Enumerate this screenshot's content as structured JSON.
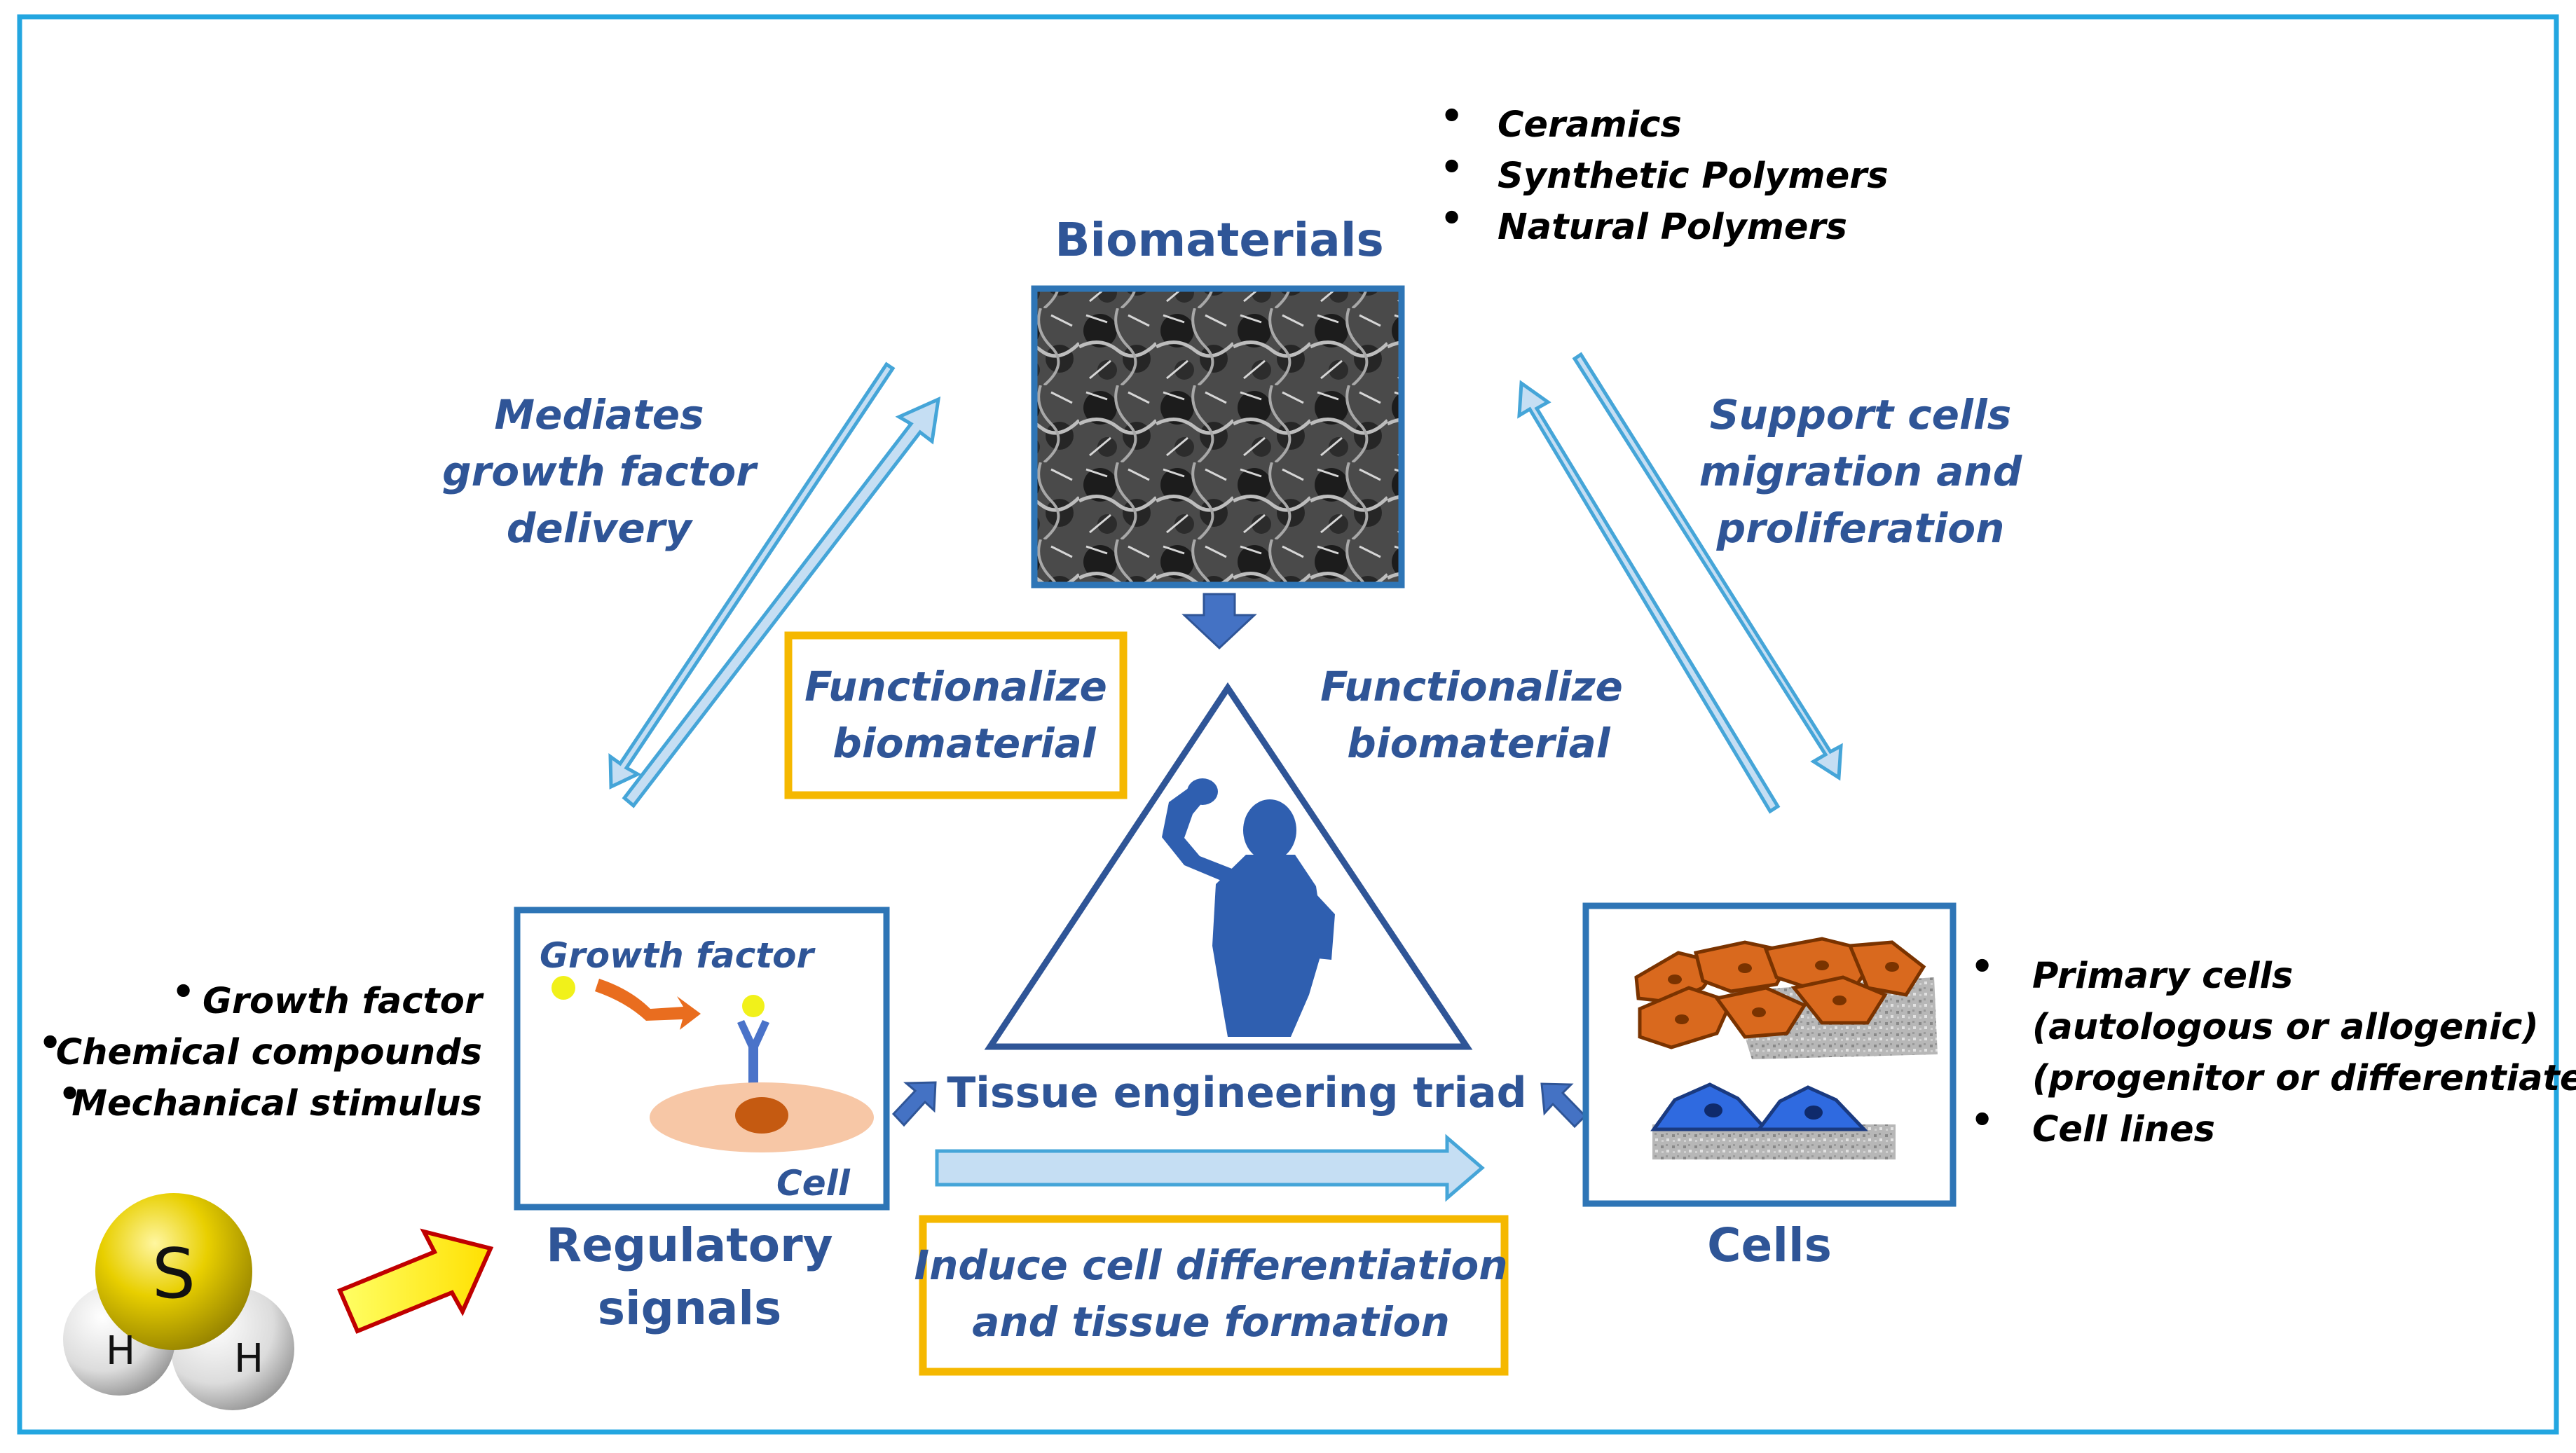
{
  "colors": {
    "frame": "#23a6e0",
    "heading": "#2f5597",
    "box_border": "#2e75b6",
    "highlight_box": "#f5b800",
    "arrow_fill": "#c5def3",
    "arrow_stroke": "#45a5d8",
    "block_arrow": "#4472c4"
  },
  "biomaterials": {
    "title": "Biomaterials",
    "list": [
      "Ceramics",
      "Synthetic Polymers",
      "Natural Polymers"
    ]
  },
  "left_link": {
    "lines": [
      "Mediates",
      "growth factor",
      "delivery"
    ]
  },
  "right_link": {
    "lines": [
      "Support cells",
      "migration and",
      "proliferation"
    ]
  },
  "functionalize_left": {
    "lines": [
      "Functionalize",
      "biomaterial"
    ]
  },
  "functionalize_right": {
    "lines": [
      "Functionalize",
      "biomaterial"
    ]
  },
  "center": {
    "label": "Tissue engineering triad",
    "icon": "human-figure-icon"
  },
  "regulatory": {
    "title": [
      "Regulatory",
      "signals"
    ],
    "inset_label": "Growth factor",
    "cell_label": "Cell",
    "list": [
      "Growth factor",
      "Chemical compounds",
      "Mechanical stimulus"
    ]
  },
  "molecule": {
    "center_atom": "S",
    "side_atoms": [
      "H",
      "H"
    ]
  },
  "cells": {
    "title": "Cells",
    "list": [
      {
        "bullet": true,
        "text": "Primary cells"
      },
      {
        "bullet": false,
        "text": "(autologous or allogenic)"
      },
      {
        "bullet": false,
        "text": "(progenitor or differentiated)"
      },
      {
        "bullet": true,
        "text": "Cell lines"
      }
    ]
  },
  "induce": {
    "lines": [
      "Induce cell differentiation",
      "and tissue formation"
    ]
  }
}
